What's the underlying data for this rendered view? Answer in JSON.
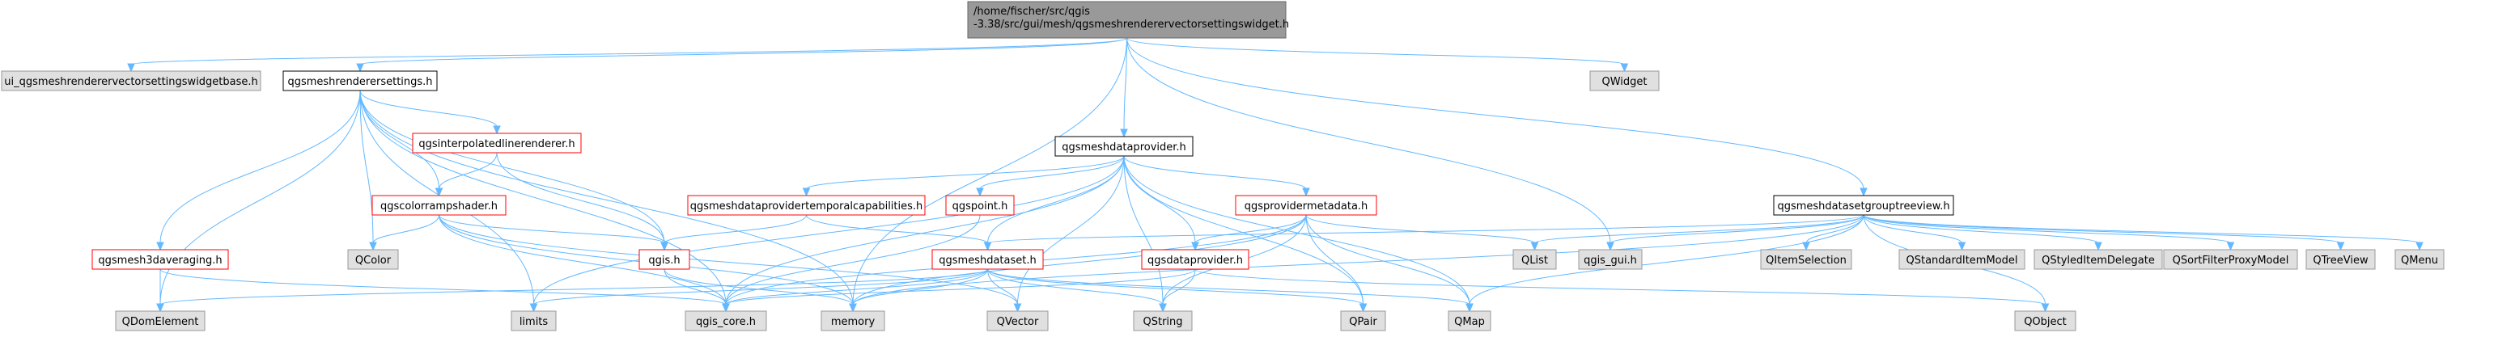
{
  "colors": {
    "root_fill": "#999999",
    "documented_fill": "#ffffff",
    "documented_border": "#000000",
    "undocumented_border": "#ff0000",
    "external_fill": "#e0e0e0",
    "external_border": "#999999",
    "edge": "#63b8ff"
  },
  "nodes": [
    {
      "id": "root",
      "label": "/home/fischer/src/qgis\n-3.38/src/gui/mesh/qgsmeshrenderervectorsettingswidget.h",
      "kind": "root"
    },
    {
      "id": "ui_base",
      "label": "ui_qgsmeshrenderervectorsettingswidgetbase.h",
      "kind": "external"
    },
    {
      "id": "renderersettings",
      "label": "qgsmeshrenderersettings.h",
      "kind": "documented"
    },
    {
      "id": "qwidget",
      "label": "QWidget",
      "kind": "external"
    },
    {
      "id": "dataprovider",
      "label": "qgsmeshdataprovider.h",
      "kind": "documented"
    },
    {
      "id": "groupview",
      "label": "qgsmeshdatasetgrouptreeview.h",
      "kind": "documented"
    },
    {
      "id": "interp",
      "label": "qgsinterpolatedlinerenderer.h",
      "kind": "undocumented"
    },
    {
      "id": "colorramp",
      "label": "qgscolorrampshader.h",
      "kind": "undocumented"
    },
    {
      "id": "qcolor",
      "label": "QColor",
      "kind": "external"
    },
    {
      "id": "mesh3d",
      "label": "qgsmesh3daveraging.h",
      "kind": "undocumented"
    },
    {
      "id": "temporal",
      "label": "qgsmeshdataprovidertemporalcapabilities.h",
      "kind": "undocumented"
    },
    {
      "id": "qgspoint",
      "label": "qgspoint.h",
      "kind": "undocumented"
    },
    {
      "id": "providermeta",
      "label": "qgsprovidermetadata.h",
      "kind": "undocumented"
    },
    {
      "id": "qgsh",
      "label": "qgis.h",
      "kind": "undocumented"
    },
    {
      "id": "dataset",
      "label": "qgsmeshdataset.h",
      "kind": "undocumented"
    },
    {
      "id": "qgsdataprov",
      "label": "qgsdataprovider.h",
      "kind": "undocumented"
    },
    {
      "id": "qlist",
      "label": "QList",
      "kind": "external"
    },
    {
      "id": "qgis_gui",
      "label": "qgis_gui.h",
      "kind": "external"
    },
    {
      "id": "qitemsel",
      "label": "QItemSelection",
      "kind": "external"
    },
    {
      "id": "qstdmodel",
      "label": "QStandardItemModel",
      "kind": "external"
    },
    {
      "id": "qstyled",
      "label": "QStyledItemDelegate",
      "kind": "external"
    },
    {
      "id": "qsortfilter",
      "label": "QSortFilterProxyModel",
      "kind": "external"
    },
    {
      "id": "qtreeview",
      "label": "QTreeView",
      "kind": "external"
    },
    {
      "id": "qmenu",
      "label": "QMenu",
      "kind": "external"
    },
    {
      "id": "qdom",
      "label": "QDomElement",
      "kind": "external"
    },
    {
      "id": "limits",
      "label": "limits",
      "kind": "external"
    },
    {
      "id": "qgis_core",
      "label": "qgis_core.h",
      "kind": "external"
    },
    {
      "id": "memory",
      "label": "memory",
      "kind": "external"
    },
    {
      "id": "qvector",
      "label": "QVector",
      "kind": "external"
    },
    {
      "id": "qstring",
      "label": "QString",
      "kind": "external"
    },
    {
      "id": "qpair",
      "label": "QPair",
      "kind": "external"
    },
    {
      "id": "qmap",
      "label": "QMap",
      "kind": "external"
    },
    {
      "id": "qobject",
      "label": "QObject",
      "kind": "external"
    }
  ],
  "edges": [
    [
      "root",
      "ui_base"
    ],
    [
      "root",
      "renderersettings"
    ],
    [
      "root",
      "qwidget"
    ],
    [
      "root",
      "dataprovider"
    ],
    [
      "root",
      "groupview"
    ],
    [
      "root",
      "qgis_gui"
    ],
    [
      "root",
      "memory"
    ],
    [
      "renderersettings",
      "interp"
    ],
    [
      "renderersettings",
      "colorramp"
    ],
    [
      "renderersettings",
      "qcolor"
    ],
    [
      "renderersettings",
      "mesh3d"
    ],
    [
      "renderersettings",
      "qgsh"
    ],
    [
      "renderersettings",
      "qdom"
    ],
    [
      "renderersettings",
      "limits"
    ],
    [
      "renderersettings",
      "qgis_core"
    ],
    [
      "renderersettings",
      "memory"
    ],
    [
      "interp",
      "colorramp"
    ],
    [
      "interp",
      "qgsh"
    ],
    [
      "colorramp",
      "qcolor"
    ],
    [
      "colorramp",
      "qgsh"
    ],
    [
      "colorramp",
      "qgis_core"
    ],
    [
      "colorramp",
      "memory"
    ],
    [
      "colorramp",
      "qvector"
    ],
    [
      "mesh3d",
      "qdom"
    ],
    [
      "mesh3d",
      "qgis_core"
    ],
    [
      "dataprovider",
      "temporal"
    ],
    [
      "dataprovider",
      "qgspoint"
    ],
    [
      "dataprovider",
      "providermeta"
    ],
    [
      "dataprovider",
      "dataset"
    ],
    [
      "dataprovider",
      "qgsdataprov"
    ],
    [
      "dataprovider",
      "limits"
    ],
    [
      "dataprovider",
      "qgis_core"
    ],
    [
      "dataprovider",
      "qvector"
    ],
    [
      "dataprovider",
      "qstring"
    ],
    [
      "dataprovider",
      "qpair"
    ],
    [
      "dataprovider",
      "qmap"
    ],
    [
      "temporal",
      "dataset"
    ],
    [
      "temporal",
      "qgsh"
    ],
    [
      "qgspoint",
      "qgis_core"
    ],
    [
      "providermeta",
      "qgsdataprov"
    ],
    [
      "providermeta",
      "qlist"
    ],
    [
      "providermeta",
      "qgis_core"
    ],
    [
      "providermeta",
      "memory"
    ],
    [
      "providermeta",
      "qstring"
    ],
    [
      "providermeta",
      "qpair"
    ],
    [
      "providermeta",
      "qmap"
    ],
    [
      "qgsh",
      "qgis_core"
    ],
    [
      "qgsh",
      "memory"
    ],
    [
      "dataset",
      "qdom"
    ],
    [
      "dataset",
      "limits"
    ],
    [
      "dataset",
      "qgis_core"
    ],
    [
      "dataset",
      "memory"
    ],
    [
      "dataset",
      "qvector"
    ],
    [
      "dataset",
      "qstring"
    ],
    [
      "dataset",
      "qpair"
    ],
    [
      "dataset",
      "qmap"
    ],
    [
      "qgsdataprov",
      "qgis_core"
    ],
    [
      "qgsdataprov",
      "qstring"
    ],
    [
      "qgsdataprov",
      "qobject"
    ],
    [
      "groupview",
      "dataset"
    ],
    [
      "groupview",
      "qlist"
    ],
    [
      "groupview",
      "qgis_gui"
    ],
    [
      "groupview",
      "qitemsel"
    ],
    [
      "groupview",
      "qstdmodel"
    ],
    [
      "groupview",
      "qstyled"
    ],
    [
      "groupview",
      "qsortfilter"
    ],
    [
      "groupview",
      "qtreeview"
    ],
    [
      "groupview",
      "qmenu"
    ],
    [
      "groupview",
      "memory"
    ],
    [
      "groupview",
      "qmap"
    ],
    [
      "groupview",
      "qobject"
    ]
  ]
}
